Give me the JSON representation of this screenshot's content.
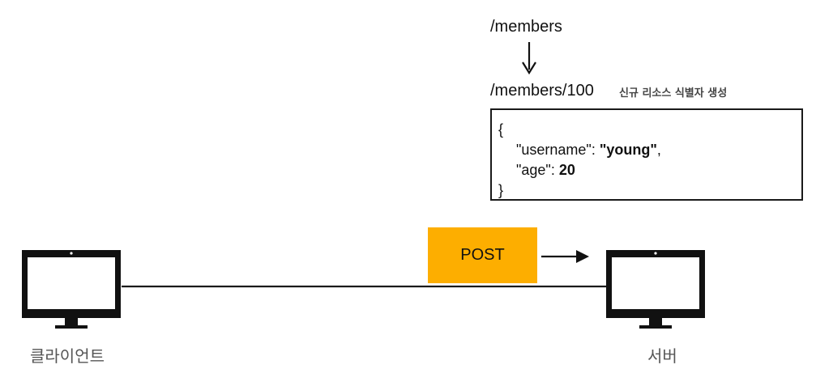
{
  "request": {
    "path": "/members",
    "created_path": "/members/100",
    "note": "신규 리소스 식별자 생성",
    "method": "POST",
    "body": {
      "open_brace": "{",
      "username_key": "\"username\"",
      "username_sep": ": ",
      "username_value": "\"young\"",
      "username_end": ",",
      "age_key": "\"age\"",
      "age_sep": ": ",
      "age_value": "20",
      "close_brace": "}"
    }
  },
  "nodes": {
    "client_label": "클라이언트",
    "server_label": "서버"
  },
  "icons": {
    "client": "monitor-icon",
    "server": "monitor-icon"
  },
  "colors": {
    "method_badge": "#FDAE00",
    "monitor_frame": "#111111",
    "monitor_screen": "#ffffff"
  }
}
